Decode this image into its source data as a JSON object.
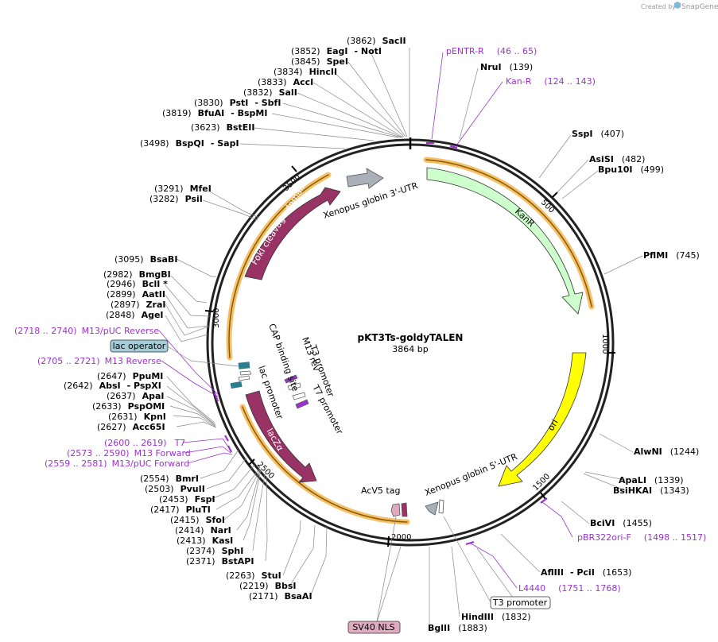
{
  "branding": {
    "created_by": "Created by",
    "app": "SnapGene"
  },
  "plasmid": {
    "name": "pKT3Ts-goldyTALEN",
    "size": "3864 bp"
  },
  "ruler_ticks": [
    "500",
    "1000",
    "1500",
    "2000",
    "2500",
    "3000",
    "3500"
  ],
  "sites": [
    {
      "num": "(3862)",
      "name": "SacII"
    },
    {
      "num": "(3852)",
      "name": "EagI",
      "name2": "- NotI"
    },
    {
      "num": "(3845)",
      "name": "SpeI"
    },
    {
      "num": "(3834)",
      "name": "HincII"
    },
    {
      "num": "(3833)",
      "name": "AccI"
    },
    {
      "num": "(3832)",
      "name": "SalI"
    },
    {
      "num": "(3830)",
      "name": "PstI",
      "name2": "- SbfI"
    },
    {
      "num": "(3819)",
      "name": "BfuAI",
      "name2": "- BspMI"
    },
    {
      "num": "(3623)",
      "name": "BstEII"
    },
    {
      "num": "(3498)",
      "name": "BspQI",
      "name2": "- SapI"
    },
    {
      "num": "(3291)",
      "name": "MfeI"
    },
    {
      "num": "(3282)",
      "name": "PsiI"
    },
    {
      "num": "(3095)",
      "name": "BsaBI"
    },
    {
      "num": "(2982)",
      "name": "BmgBI"
    },
    {
      "num": "(2946)",
      "name": "BclI *"
    },
    {
      "num": "(2899)",
      "name": "AatII"
    },
    {
      "num": "(2897)",
      "name": "ZraI"
    },
    {
      "num": "(2848)",
      "name": "AgeI"
    },
    {
      "num": "(2647)",
      "name": "PpuMI"
    },
    {
      "num": "(2642)",
      "name": "AbsI",
      "name2": "- PspXI"
    },
    {
      "num": "(2637)",
      "name": "ApaI"
    },
    {
      "num": "(2633)",
      "name": "PspOMI"
    },
    {
      "num": "(2631)",
      "name": "KpnI"
    },
    {
      "num": "(2627)",
      "name": "Acc65I"
    },
    {
      "num": "(2554)",
      "name": "BmrI"
    },
    {
      "num": "(2503)",
      "name": "PvuII"
    },
    {
      "num": "(2453)",
      "name": "FspI"
    },
    {
      "num": "(2417)",
      "name": "PluTI"
    },
    {
      "num": "(2415)",
      "name": "SfoI"
    },
    {
      "num": "(2414)",
      "name": "NarI"
    },
    {
      "num": "(2413)",
      "name": "KasI"
    },
    {
      "num": "(2374)",
      "name": "SphI"
    },
    {
      "num": "(2371)",
      "name": "BstAPI"
    },
    {
      "num": "(2263)",
      "name": "StuI"
    },
    {
      "num": "(2219)",
      "name": "BbsI"
    },
    {
      "num": "(2171)",
      "name": "BsaAI"
    },
    {
      "num": "(139)",
      "name": "NruI"
    },
    {
      "num": "(407)",
      "name": "SspI"
    },
    {
      "num": "(482)",
      "name": "AsiSI"
    },
    {
      "num": "(499)",
      "name": "Bpu10I"
    },
    {
      "num": "(745)",
      "name": "PflMI"
    },
    {
      "num": "(1244)",
      "name": "AlwNI"
    },
    {
      "num": "(1339)",
      "name": "ApaLI"
    },
    {
      "num": "(1343)",
      "name": "BsiHKAI"
    },
    {
      "num": "(1455)",
      "name": "BciVI"
    },
    {
      "num": "(1653)",
      "name": "AflIII",
      "name2": "- PciI"
    },
    {
      "num": "(1832)",
      "name": "HindIII"
    },
    {
      "num": "(1883)",
      "name": "BglII"
    }
  ],
  "primers": [
    {
      "name": "pENTR-R",
      "range": "(46 .. 65)"
    },
    {
      "name": "Kan-R",
      "range": "(124 .. 143)"
    },
    {
      "name": "pBR322ori-F",
      "range": "(1498 .. 1517)"
    },
    {
      "name": "L4440",
      "range": "(1751 .. 1768)"
    },
    {
      "range": "(2718 .. 2740)",
      "name": "M13/pUC Reverse"
    },
    {
      "range": "(2705 .. 2721)",
      "name": "M13 Reverse"
    },
    {
      "range": "(2600 .. 2619)",
      "name": "T7"
    },
    {
      "range": "(2573 .. 2590)",
      "name": "M13 Forward"
    },
    {
      "range": "(2559 .. 2581)",
      "name": "M13/pUC Forward"
    }
  ],
  "boxed_labels": {
    "lac_operator": "lac operator",
    "t3_promoter": "T3 promoter",
    "sv40_nls": "SV40 NLS"
  },
  "features": {
    "xenopus3": "Xenopus globin 3'-UTR",
    "kanr": "KanR",
    "ori": "ori",
    "xenopus5": "Xenopus globin 5'-UTR",
    "acv5": "AcV5 tag",
    "fokI": "FokI cleavage domain",
    "laczalpha": "lacZα",
    "cap": "CAP binding site",
    "lacprom": "lac promoter",
    "m13rev": "M13 rev",
    "t3prom": "T3 promoter",
    "t7prom": "T7 promoter"
  },
  "colors": {
    "kanr": "#ccffcc",
    "ori": "#ffff00",
    "fokI": "#993366",
    "lacz": "#993366",
    "utr": "#a9b0b8",
    "primer": "#9933cc",
    "cds_halo": "#f5c06a",
    "lac_operator_box": "#a6ccd8",
    "sv40_box": "#e0aac0"
  }
}
